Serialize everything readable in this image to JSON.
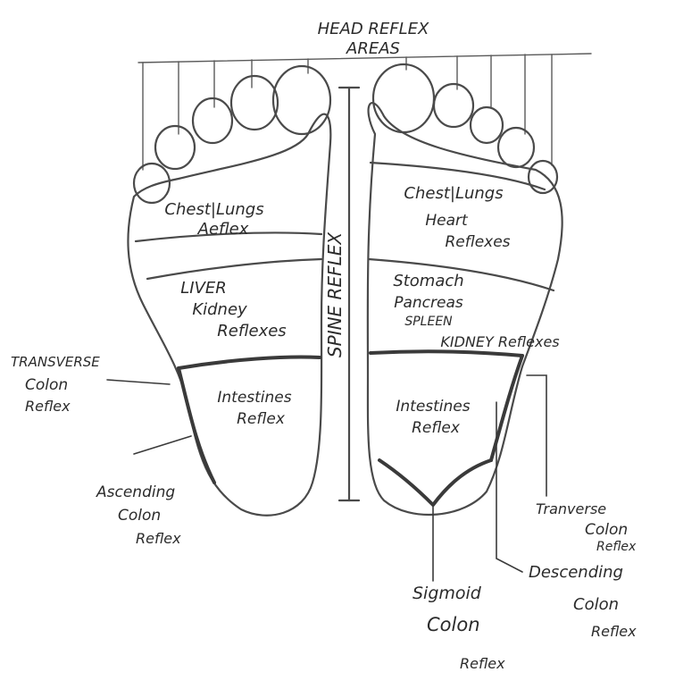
{
  "diagram": {
    "head_label": [
      "HEAD REFLEX",
      "AREAS"
    ],
    "spine_label": "SPINE REFLEX",
    "left_foot": {
      "chest": [
        "Chest|Lungs",
        "Aeflex"
      ],
      "liver": [
        "LIVER",
        "Kidney",
        "Reflexes"
      ],
      "intestines": [
        "Intestines",
        "Reflex"
      ]
    },
    "right_foot": {
      "chest": [
        "Chest|Lungs",
        "Heart",
        "Reflexes"
      ],
      "stomach": [
        "Stomach",
        "Pancreas",
        "SPLEEN",
        "KIDNEY Reflexes"
      ],
      "intestines": [
        "Intestines",
        "Reflex"
      ]
    },
    "callouts": {
      "transverse_left": [
        "TRANSVERSE",
        "Colon",
        "Reflex"
      ],
      "ascending": [
        "Ascending",
        "Colon",
        "Reflex"
      ],
      "transverse_right": [
        "Tranverse",
        "Colon",
        "Reflex"
      ],
      "descending": [
        "Descending",
        "Colon",
        "Reflex"
      ],
      "sigmoid": [
        "Sigmoid",
        "Colon",
        "Reflex"
      ]
    }
  }
}
